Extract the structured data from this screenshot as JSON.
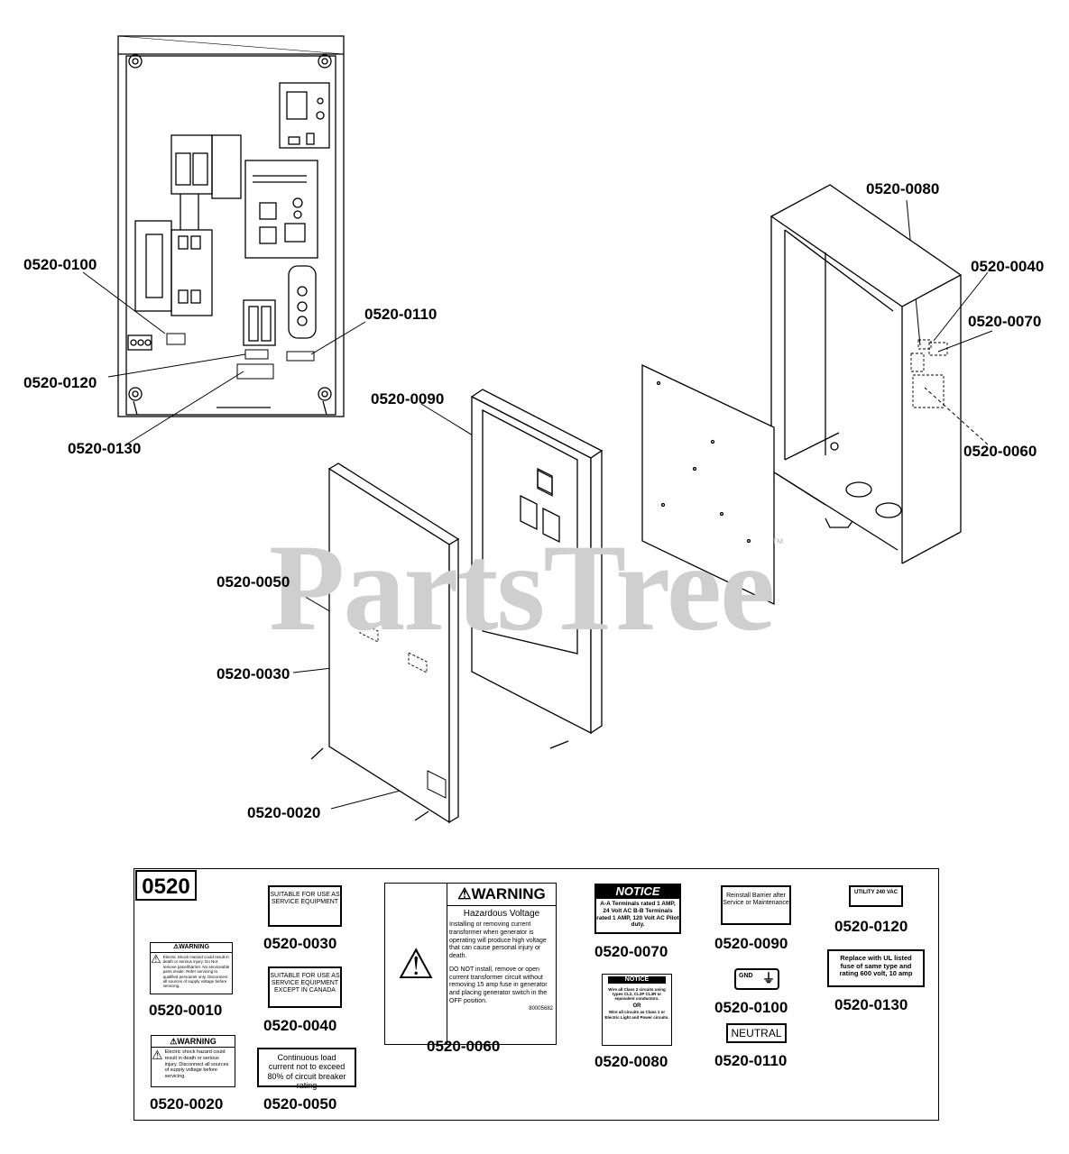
{
  "watermark": {
    "text": "PartsTree",
    "tm": "™"
  },
  "callouts": {
    "c0100": "0520-0100",
    "c0110": "0520-0110",
    "c0120": "0520-0120",
    "c0130": "0520-0130",
    "c0080": "0520-0080",
    "c0040": "0520-0040",
    "c0070": "0520-0070",
    "c0060": "0520-0060",
    "c0090": "0520-0090",
    "c0050": "0520-0050",
    "c0030": "0520-0030",
    "c0020": "0520-0020"
  },
  "legend": {
    "title": "0520",
    "labels": {
      "l0010": {
        "code": "0520-0010",
        "head": "WARNING",
        "text": "Electric Shock Hazard could result in death or serious injury. Do Not remove panel/barrier. No serviceable parts inside. Refer servicing to qualified personnel only. Disconnect all sources of supply voltage before servicing."
      },
      "l0020": {
        "code": "0520-0020",
        "head": "WARNING",
        "text": "Electric shock hazard could result in death or serious injury. Disconnect all sources of supply voltage before servicing."
      },
      "l0030": {
        "code": "0520-0030",
        "text": "SUITABLE FOR USE AS SERVICE EQUIPMENT"
      },
      "l0040": {
        "code": "0520-0040",
        "text": "SUITABLE FOR USE AS SERVICE EQUIPMENT EXCEPT IN CANADA"
      },
      "l0050": {
        "code": "0520-0050",
        "text": "Continuous load current not to exceed 80% of circuit breaker rating"
      },
      "l0060": {
        "code": "0520-0060",
        "head": "WARNING",
        "sub": "Hazardous Voltage",
        "p1": "Installing or removing current transformer when generator is operating will produce high voltage that can cause personal injury or death.",
        "p2": "DO NOT install, remove or open current transformer circuit without removing 15 amp fuse in generator and placing generator switch in the OFF position.",
        "pn": "80005682"
      },
      "l0070": {
        "code": "0520-0070",
        "head": "NOTICE",
        "text": "A-A Terminals rated 1 AMP, 24 Volt AC B-B Terminals rated 1 AMP, 120 Volt AC Pilot duty."
      },
      "l0080": {
        "code": "0520-0080",
        "head": "NOTICE",
        "text": "Wire all Class 2 circuits using types CL2, CL2P CL3R or equivalent conductors.",
        "or": "OR",
        "text2": "Wire all circuits as Class 1 or Electric Light and Power circuits."
      },
      "l0090": {
        "code": "0520-0090",
        "text": "Reinstall Barrier after Service or Maintenance"
      },
      "l0100": {
        "code": "0520-0100",
        "text": "GND"
      },
      "l0110": {
        "code": "0520-0110",
        "text": "NEUTRAL"
      },
      "l0120": {
        "code": "0520-0120",
        "text": "UTILITY 240 VAC"
      },
      "l0130": {
        "code": "0520-0130",
        "text": "Replace with UL listed fuse of same type and rating 600 volt, 10 amp"
      }
    }
  }
}
